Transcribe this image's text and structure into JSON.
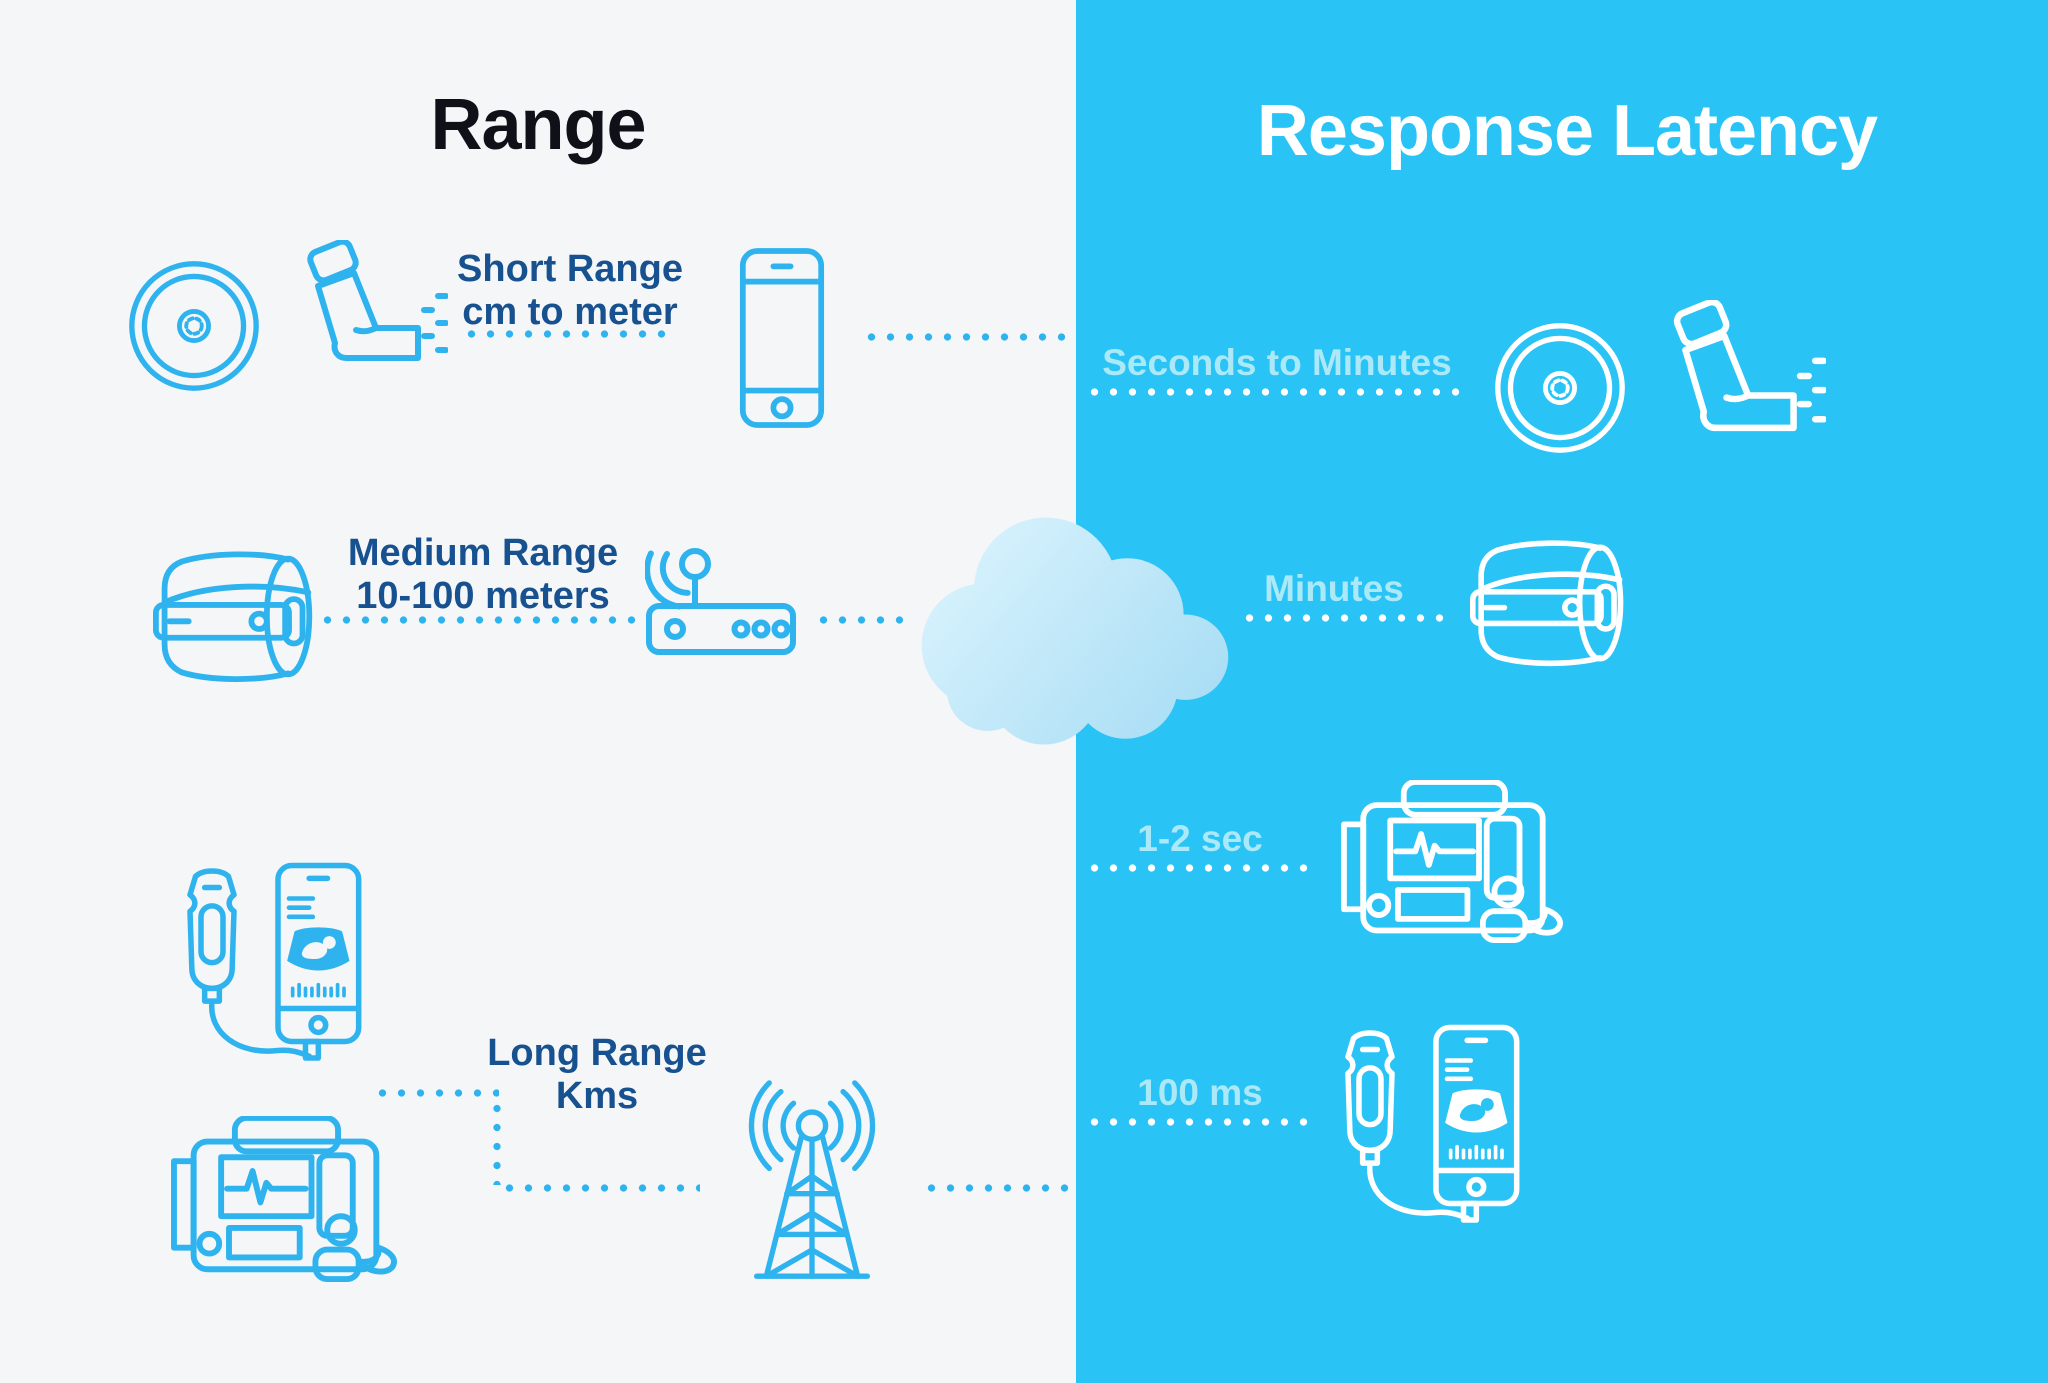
{
  "left_panel": {
    "title": "Range",
    "background": "#f4f6f8",
    "rows": [
      {
        "label": "Short Range",
        "sublabel": "cm to meter",
        "icons": [
          "disc-inhaler",
          "inhaler",
          "smartphone"
        ]
      },
      {
        "label": "Medium Range",
        "sublabel": "10-100 meters",
        "icons": [
          "bp-cuff",
          "wifi-router"
        ]
      },
      {
        "label": "Long Range",
        "sublabel": "Kms",
        "icons": [
          "ultrasound-probe-phone",
          "defibrillator",
          "radio-tower"
        ]
      }
    ]
  },
  "right_panel": {
    "title": "Response Latency",
    "background": "#29c3f5",
    "rows": [
      {
        "label": "Seconds to Minutes",
        "icons": [
          "disc-inhaler",
          "inhaler"
        ]
      },
      {
        "label": "Minutes",
        "icons": [
          "bp-cuff"
        ]
      },
      {
        "label": "1-2 sec",
        "icons": [
          "defibrillator"
        ]
      },
      {
        "label": "100 ms",
        "icons": [
          "ultrasound-probe-phone"
        ]
      }
    ]
  },
  "center": {
    "icon": "cloud"
  },
  "colors": {
    "left_background": "#f4f6f8",
    "right_background": "#29c3f5",
    "icon_blue": "#2eb3ef",
    "icon_white": "#ffffff",
    "label_navy": "#17518f",
    "label_pale_cyan": "#abe9f8",
    "title_black": "#101018",
    "cloud_gradient_start": "#d7f2fd",
    "cloud_gradient_end": "#a8dcf4"
  }
}
